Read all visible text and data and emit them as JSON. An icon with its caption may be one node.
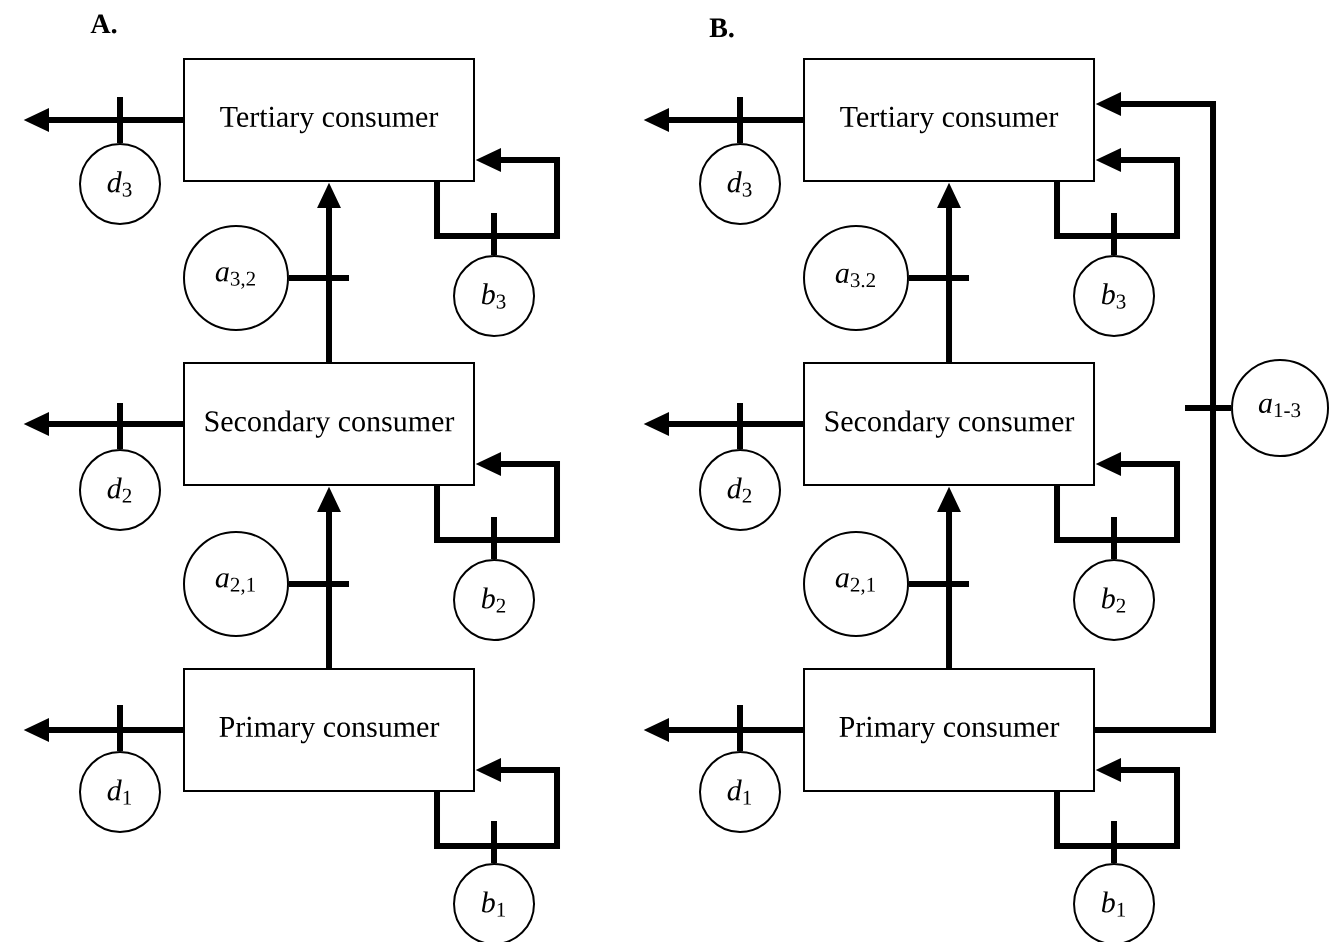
{
  "diagram": {
    "nodes": [
      {
        "text": [
          "Tertiary consumer"
        ]
      },
      {
        "text": [
          "*d*$_{3}$"
        ]
      },
      {
        "text": [
          "*a*$_{3,2}$"
        ]
      },
      {
        "text": [
          "*b*$_{3}$"
        ]
      },
      {
        "text": [
          "Secondary consumer"
        ]
      },
      {
        "text": [
          "*d*$_{2}$"
        ]
      },
      {
        "text": [
          "*a*$_{2,1}$"
        ]
      },
      {
        "text": [
          "*b*$_{2}$"
        ]
      },
      {
        "text": [
          "Primary consumer"
        ]
      },
      {
        "text": [
          "*d*$_{1}$"
        ]
      },
      {
        "text": [
          "*b*$_{1}$"
        ]
      },
      {
        "text": [
          "Tertiary consumer"
        ]
      },
      {
        "text": [
          "*d*$_{3}$"
        ]
      },
      {
        "text": [
          "*a*$_{3.2}$"
        ]
      },
      {
        "text": [
          "*b*$_{3}$"
        ]
      },
      {
        "text": [
          "*a*$_{1-3}$"
        ]
      },
      {
        "text": [
          "Secondary consumer"
        ]
      },
      {
        "text": [
          "*d*$_{2}$"
        ]
      },
      {
        "text": [
          "*a*$_{2,1}$"
        ]
      },
      {
        "text": [
          "*b*$_{2}$"
        ]
      },
      {
        "text": [
          "Primary consumer"
        ]
      },
      {
        "text": [
          "*d*$_{1}$"
        ]
      },
      {
        "text": [
          "*b*$_{1}$"
        ]
      }
    ],
    "edges": [
      {
        "from": 8,
        "to": 4,
        "arrow": "to"
      },
      {
        "from": 4,
        "to": 0,
        "arrow": "to"
      },
      {
        "from": 0,
        "to": 0,
        "arrow": "to"
      },
      {
        "from": 4,
        "to": 4,
        "arrow": "to"
      },
      {
        "from": 8,
        "to": 8,
        "arrow": "to"
      },
      {
        "from": 0,
        "to": null,
        "arrow": "to"
      },
      {
        "from": 4,
        "to": null,
        "arrow": "to"
      },
      {
        "from": 8,
        "to": null,
        "arrow": "to"
      },
      {
        "from": 1,
        "to": null,
        "arrow": "none"
      },
      {
        "from": 5,
        "to": null,
        "arrow": "none"
      },
      {
        "from": 9,
        "to": null,
        "arrow": "none"
      },
      {
        "from": 2,
        "to": null,
        "arrow": "none"
      },
      {
        "from": 6,
        "to": null,
        "arrow": "none"
      },
      {
        "from": 3,
        "to": null,
        "arrow": "none"
      },
      {
        "from": 7,
        "to": null,
        "arrow": "none"
      },
      {
        "from": 10,
        "to": null,
        "arrow": "none"
      },
      {
        "from": 20,
        "to": 16,
        "arrow": "to"
      },
      {
        "from": 16,
        "to": 11,
        "arrow": "to"
      },
      {
        "from": 20,
        "to": 11,
        "arrow": "to"
      },
      {
        "from": 11,
        "to": 11,
        "arrow": "to"
      },
      {
        "from": 16,
        "to": 16,
        "arrow": "to"
      },
      {
        "from": 20,
        "to": 20,
        "arrow": "to"
      },
      {
        "from": 11,
        "to": null,
        "arrow": "to"
      },
      {
        "from": 16,
        "to": null,
        "arrow": "to"
      },
      {
        "from": 20,
        "to": null,
        "arrow": "to"
      },
      {
        "from": 12,
        "to": null,
        "arrow": "none"
      },
      {
        "from": 17,
        "to": null,
        "arrow": "none"
      },
      {
        "from": 21,
        "to": null,
        "arrow": "none"
      },
      {
        "from": 13,
        "to": null,
        "arrow": "none"
      },
      {
        "from": 18,
        "to": null,
        "arrow": "none"
      },
      {
        "from": 14,
        "to": null,
        "arrow": "none"
      },
      {
        "from": 19,
        "to": null,
        "arrow": "none"
      },
      {
        "from": 22,
        "to": null,
        "arrow": "none"
      },
      {
        "from": 15,
        "to": null,
        "arrow": "none"
      }
    ],
    "labels": [
      "A.",
      "B."
    ]
  }
}
